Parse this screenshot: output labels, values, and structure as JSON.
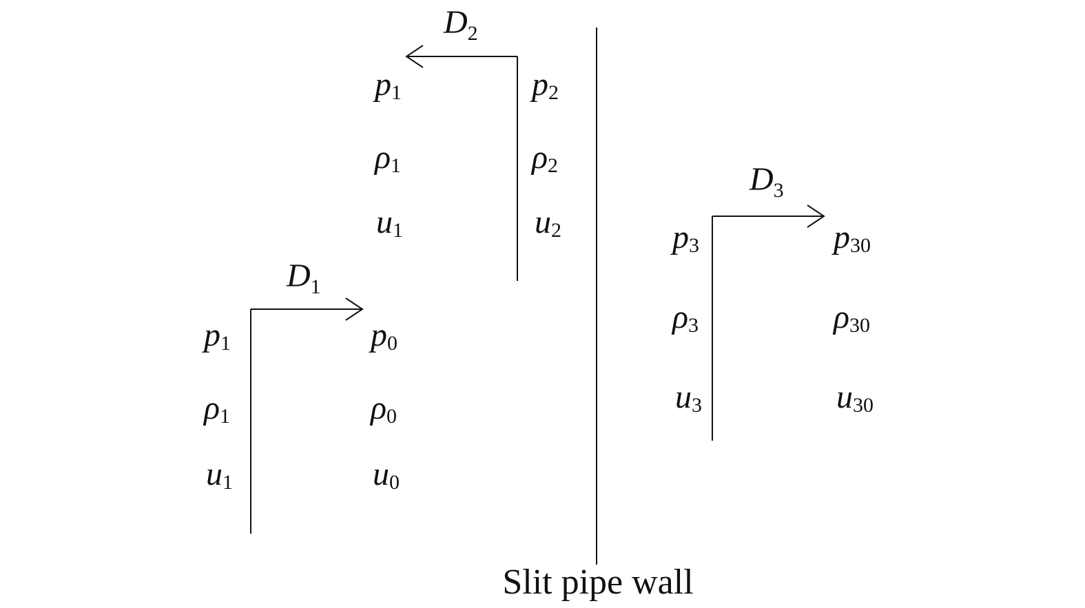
{
  "wall": {
    "caption": "Slit pipe wall"
  },
  "shocks": {
    "d1": {
      "label": {
        "main": "D",
        "sub": "1"
      },
      "left_state": [
        {
          "main": "p",
          "sub": "1"
        },
        {
          "main": "ρ",
          "sub": "1"
        },
        {
          "main": "u",
          "sub": "1"
        }
      ],
      "right_state": [
        {
          "main": "p",
          "sub": "0"
        },
        {
          "main": "ρ",
          "sub": "0"
        },
        {
          "main": "u",
          "sub": "0"
        }
      ]
    },
    "d2": {
      "label": {
        "main": "D",
        "sub": "2"
      },
      "left_state": [
        {
          "main": "p",
          "sub": "1"
        },
        {
          "main": "ρ",
          "sub": "1"
        },
        {
          "main": "u",
          "sub": "1"
        }
      ],
      "right_state": [
        {
          "main": "p",
          "sub": "2"
        },
        {
          "main": "ρ",
          "sub": "2"
        },
        {
          "main": "u",
          "sub": "2"
        }
      ]
    },
    "d3": {
      "label": {
        "main": "D",
        "sub": "3"
      },
      "left_state": [
        {
          "main": "p",
          "sub": "3"
        },
        {
          "main": "ρ",
          "sub": "3"
        },
        {
          "main": "u",
          "sub": "3"
        }
      ],
      "right_state": [
        {
          "main": "p",
          "sub": "30"
        },
        {
          "main": "ρ",
          "sub": "30"
        },
        {
          "main": "u",
          "sub": "30"
        }
      ]
    }
  }
}
